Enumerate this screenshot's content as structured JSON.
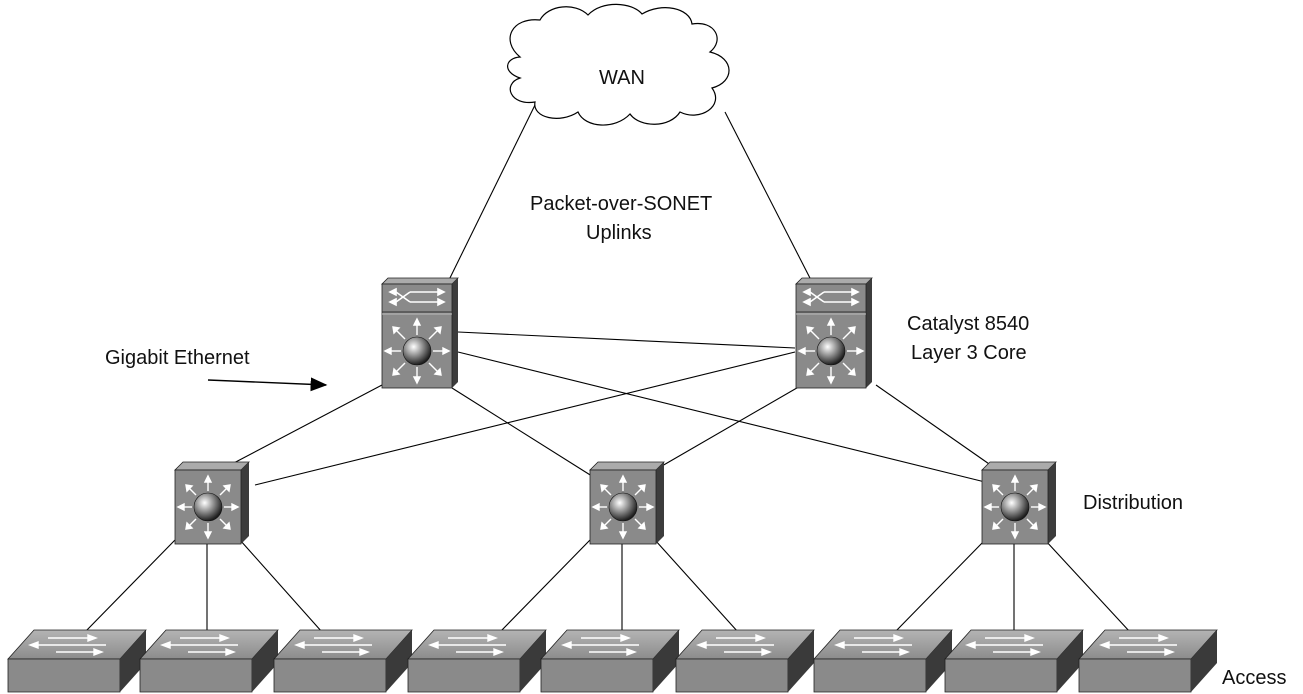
{
  "labels": {
    "wan": "WAN",
    "pos_line1": "Packet-over-SONET",
    "pos_line2": "Uplinks",
    "core_line1": "Catalyst 8540",
    "core_line2": "Layer 3 Core",
    "gigabit": "Gigabit Ethernet",
    "distribution": "Distribution",
    "access": "Access"
  },
  "nodes": {
    "cloud": "cloud-icon",
    "core": "layer3-switch-icon",
    "distribution": "multilayer-switch-icon",
    "access": "workgroup-switch-icon"
  },
  "colors": {
    "device_front": "#8a8a8a",
    "device_top": "#a9a9a9",
    "device_side": "#444444",
    "link": "#000000"
  }
}
